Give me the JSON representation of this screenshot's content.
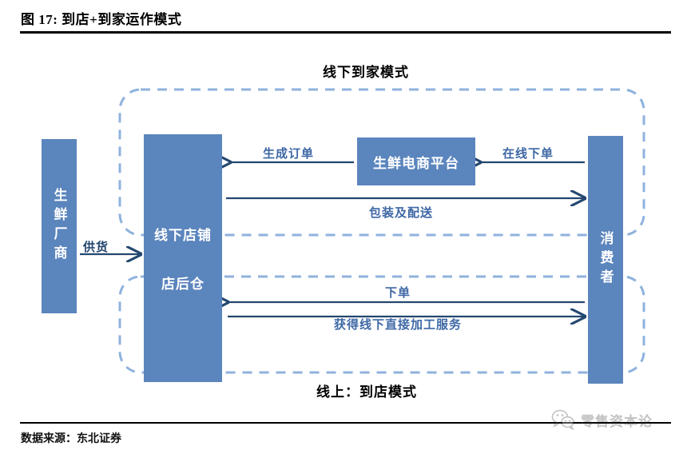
{
  "figure": {
    "title": "图 17: 到店+到家运作模式",
    "source_note": "数据来源：东北证券"
  },
  "watermark": {
    "icon": "wechat-icon",
    "text": "零售资本论"
  },
  "colors": {
    "box_fill": "#5b85bd",
    "box_text": "#ffffff",
    "arrow_line": "#23476f",
    "arrow_label": "#3d67a5",
    "dashed_zone": "#8fb2de",
    "rule": "#000000"
  },
  "diagram": {
    "zones": [
      {
        "id": "zone-online-to-home",
        "title": "线下到家模式",
        "position": "top"
      },
      {
        "id": "zone-online-to-store",
        "title": "线上：到店模式",
        "position": "bottom"
      }
    ],
    "nodes": [
      {
        "id": "supplier",
        "label": "生鲜厂商",
        "orientation": "vertical"
      },
      {
        "id": "store",
        "label_line1": "线下店铺",
        "label_line2": "店后仓",
        "orientation": "horizontal"
      },
      {
        "id": "platform",
        "label": "生鲜电商平台",
        "orientation": "horizontal"
      },
      {
        "id": "consumer",
        "label": "消费者",
        "orientation": "vertical"
      }
    ],
    "edges": [
      {
        "id": "supply",
        "label": "供货",
        "from": "supplier",
        "to": "store",
        "direction": "right"
      },
      {
        "id": "generate-order",
        "label": "生成订单",
        "from": "platform",
        "to": "store",
        "direction": "left"
      },
      {
        "id": "online-order",
        "label": "在线下单",
        "from": "consumer",
        "to": "platform",
        "direction": "left"
      },
      {
        "id": "pack-deliver",
        "label": "包装及配送",
        "from": "store",
        "to": "consumer",
        "direction": "right"
      },
      {
        "id": "place-order",
        "label": "下单",
        "from": "consumer",
        "to": "store",
        "direction": "left"
      },
      {
        "id": "offline-proc",
        "label": "获得线下直接加工服务",
        "from": "store",
        "to": "consumer",
        "direction": "right"
      }
    ]
  }
}
